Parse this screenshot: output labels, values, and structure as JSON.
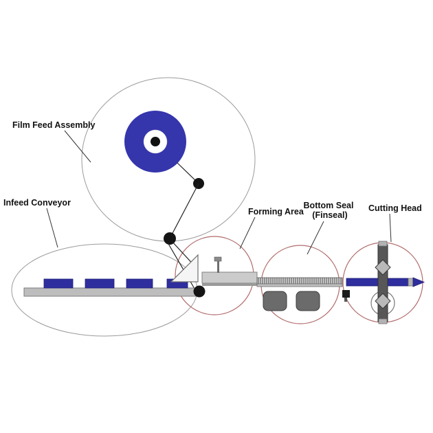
{
  "diagram": {
    "labels": {
      "film_feed": "Film Feed Assembly",
      "infeed": "Infeed Conveyor",
      "forming": "Forming Area",
      "bottom_seal_line1": "Bottom Seal",
      "bottom_seal_line2": "(Finseal)",
      "cutting": "Cutting Head"
    },
    "colors": {
      "film_roll_blue": "#3535ac",
      "product_blue": "#2e2e9e",
      "conveyor_gray": "#bdbdbd",
      "machine_gray": "#cbcbcb",
      "roller_dark_gray": "#6b6b6b",
      "cutting_bar_gray": "#575757",
      "highlight_circle_red": "#b26b6b",
      "outline_gray": "#9a9a9a"
    }
  }
}
